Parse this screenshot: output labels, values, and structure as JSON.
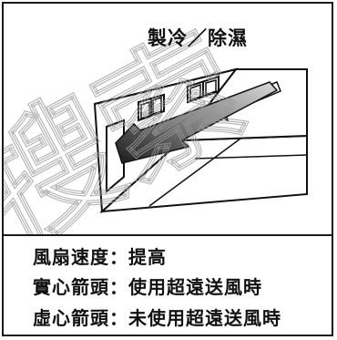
{
  "illustration": {
    "mode_title": "製冷／除濕"
  },
  "watermark": {
    "text": "搜索"
  },
  "legend": {
    "fan_speed": {
      "label": "風扇速度",
      "separator": "：",
      "value": "提高"
    },
    "solid_arrow": {
      "label": "實心箭頭",
      "separator": "：",
      "value": "使用超遠送風時"
    },
    "hollow_arrow": {
      "label": "虛心箭頭",
      "separator": "：",
      "value": "未使用超遠送風時"
    }
  }
}
